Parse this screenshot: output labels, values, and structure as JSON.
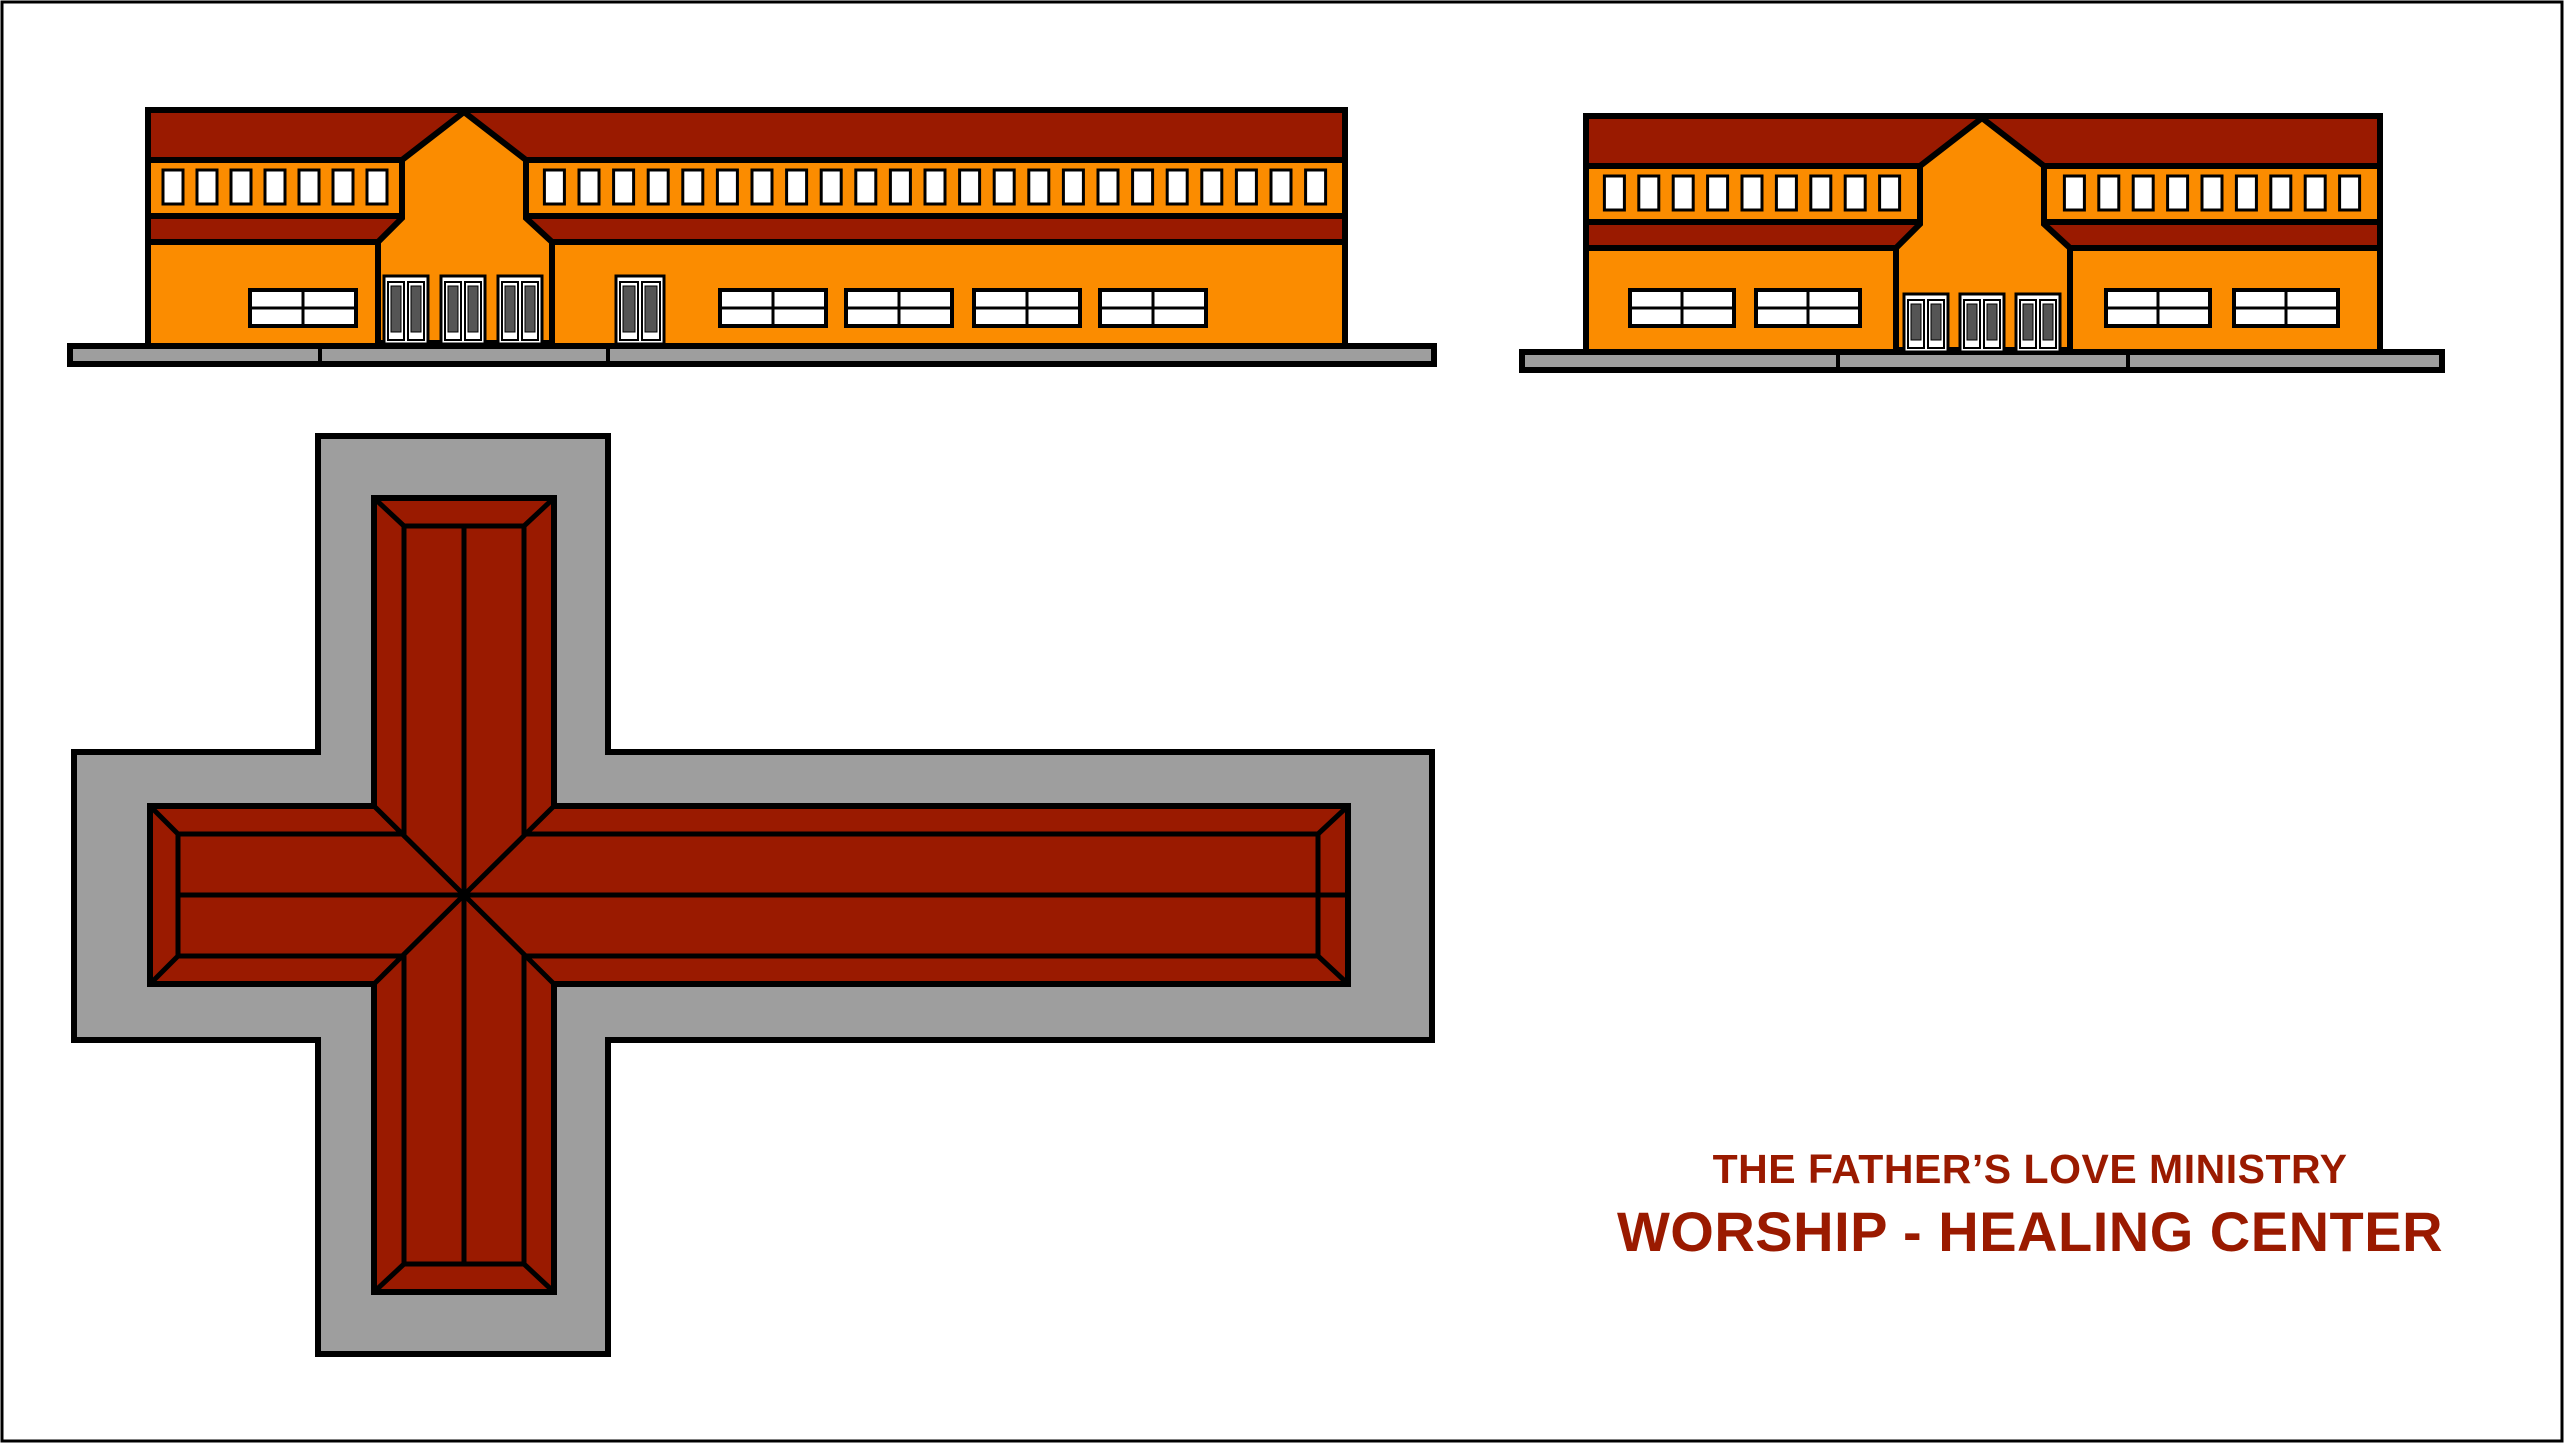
{
  "drawing": {
    "colors": {
      "wall": "#fb8c00",
      "roof": "#9a1a00",
      "ground": "#9e9e9e",
      "outline": "#000000",
      "window": "#ffffff",
      "title": "#9a1a00"
    },
    "views": [
      {
        "name": "front-elevation"
      },
      {
        "name": "side-elevation"
      },
      {
        "name": "roof-plan"
      }
    ],
    "title": {
      "line1": "THE FATHER’S LOVE MINISTRY",
      "line2": "WORSHIP - HEALING CENTER"
    }
  }
}
